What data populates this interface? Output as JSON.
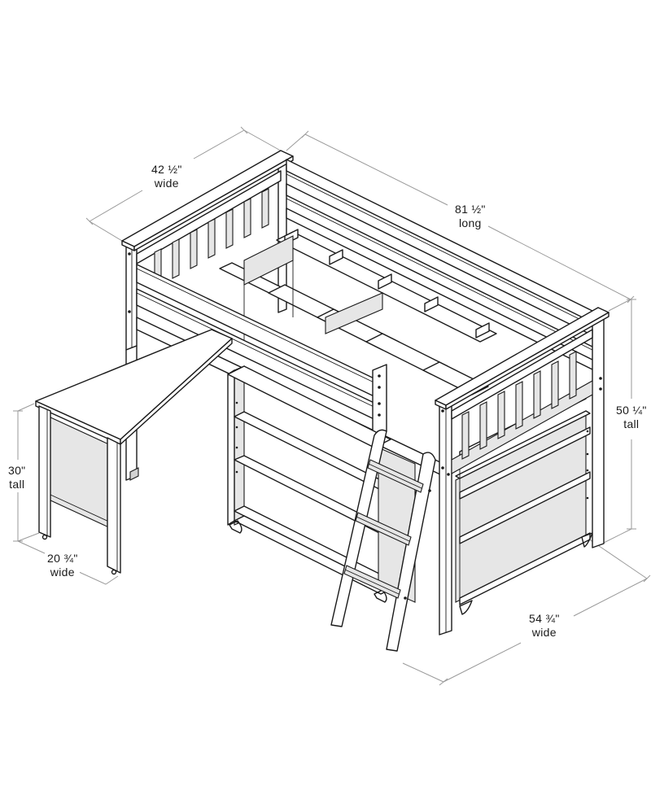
{
  "diagram": {
    "subject": "Loft bed with desk, bookshelves and ladder",
    "line_color": "#1a1a1a",
    "dimension_line_color": "#9a9a9a",
    "background": "#ffffff",
    "dimensions": {
      "bed_width": {
        "value": "42 ½\"",
        "unit_label": "wide"
      },
      "bed_length": {
        "value": "81 ½\"",
        "unit_label": "long"
      },
      "bed_height": {
        "value": "50 ¼\"",
        "unit_label": "tall"
      },
      "overall_width": {
        "value": "54 ¾\"",
        "unit_label": "wide"
      },
      "desk_height": {
        "value": "30\"",
        "unit_label": "tall"
      },
      "desk_width": {
        "value": "20 ¾\"",
        "unit_label": "wide"
      }
    },
    "components": [
      "headboard",
      "footboard",
      "guard-rail",
      "wall-rail",
      "bed-slats",
      "desk",
      "bookshelf-under-bed",
      "end-bookshelf",
      "ladder"
    ]
  }
}
